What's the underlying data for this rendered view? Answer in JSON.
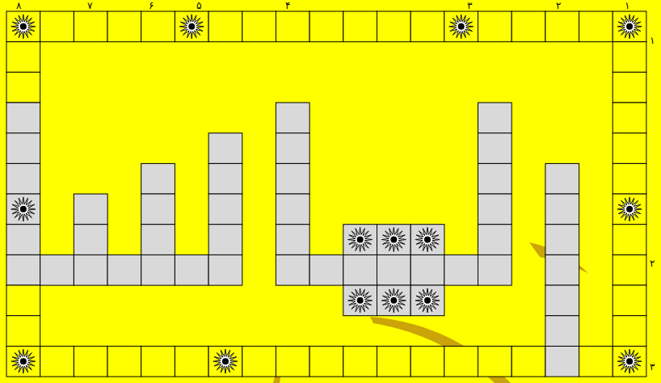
{
  "diagram": {
    "labels": [
      "۸",
      "۷",
      "۶",
      "۵",
      "۴",
      "۳",
      "۲",
      "۱",
      "۱",
      "۲",
      "۳"
    ]
  }
}
